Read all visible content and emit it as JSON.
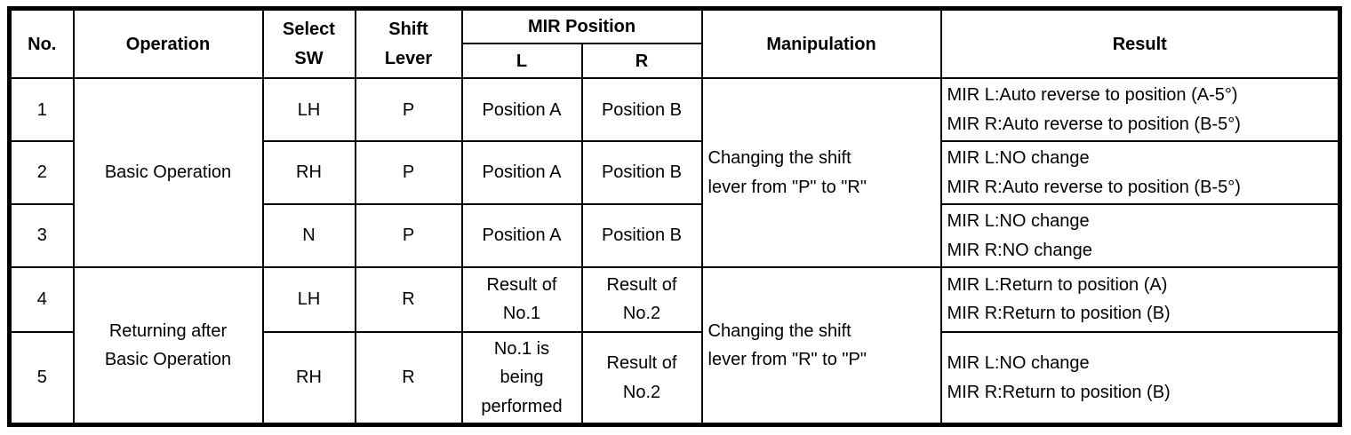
{
  "table": {
    "border_color": "#000000",
    "background_color": "#ffffff",
    "headers": {
      "no": "No.",
      "operation": "Operation",
      "select_sw": "Select\nSW",
      "shift_lever": "Shift\nLever",
      "mir_position": "MIR Position",
      "mir_l": "L",
      "mir_r": "R",
      "manipulation": "Manipulation",
      "result": "Result"
    },
    "rows": [
      {
        "no": "1",
        "operation": "Basic Operation",
        "select_sw": "LH",
        "shift_lever": "P",
        "mir_l": "Position A",
        "mir_r": "Position B",
        "manipulation": "Changing the shift\nlever from \"P\" to \"R\"",
        "result": "MIR L:Auto reverse to position (A-5°)\nMIR R:Auto reverse to position (B-5°)"
      },
      {
        "no": "2",
        "select_sw": "RH",
        "shift_lever": "P",
        "mir_l": "Position A",
        "mir_r": "Position B",
        "result": "MIR L:NO change\nMIR R:Auto reverse to position (B-5°)"
      },
      {
        "no": "3",
        "select_sw": "N",
        "shift_lever": "P",
        "mir_l": "Position A",
        "mir_r": "Position B",
        "result": "MIR L:NO change\nMIR R:NO change"
      },
      {
        "no": "4",
        "operation": "Returning after\nBasic Operation",
        "select_sw": "LH",
        "shift_lever": "R",
        "mir_l": "Result of\nNo.1",
        "mir_r": "Result of\nNo.2",
        "manipulation": "Changing the shift\nlever from \"R\" to \"P\"",
        "result": "MIR L:Return to position (A)\nMIR R:Return to position (B)"
      },
      {
        "no": "5",
        "select_sw": "RH",
        "shift_lever": "R",
        "mir_l": "No.1 is\nbeing\nperformed",
        "mir_r": "Result of\nNo.2",
        "result": "MIR L:NO change\nMIR R:Return to position (B)"
      }
    ]
  }
}
